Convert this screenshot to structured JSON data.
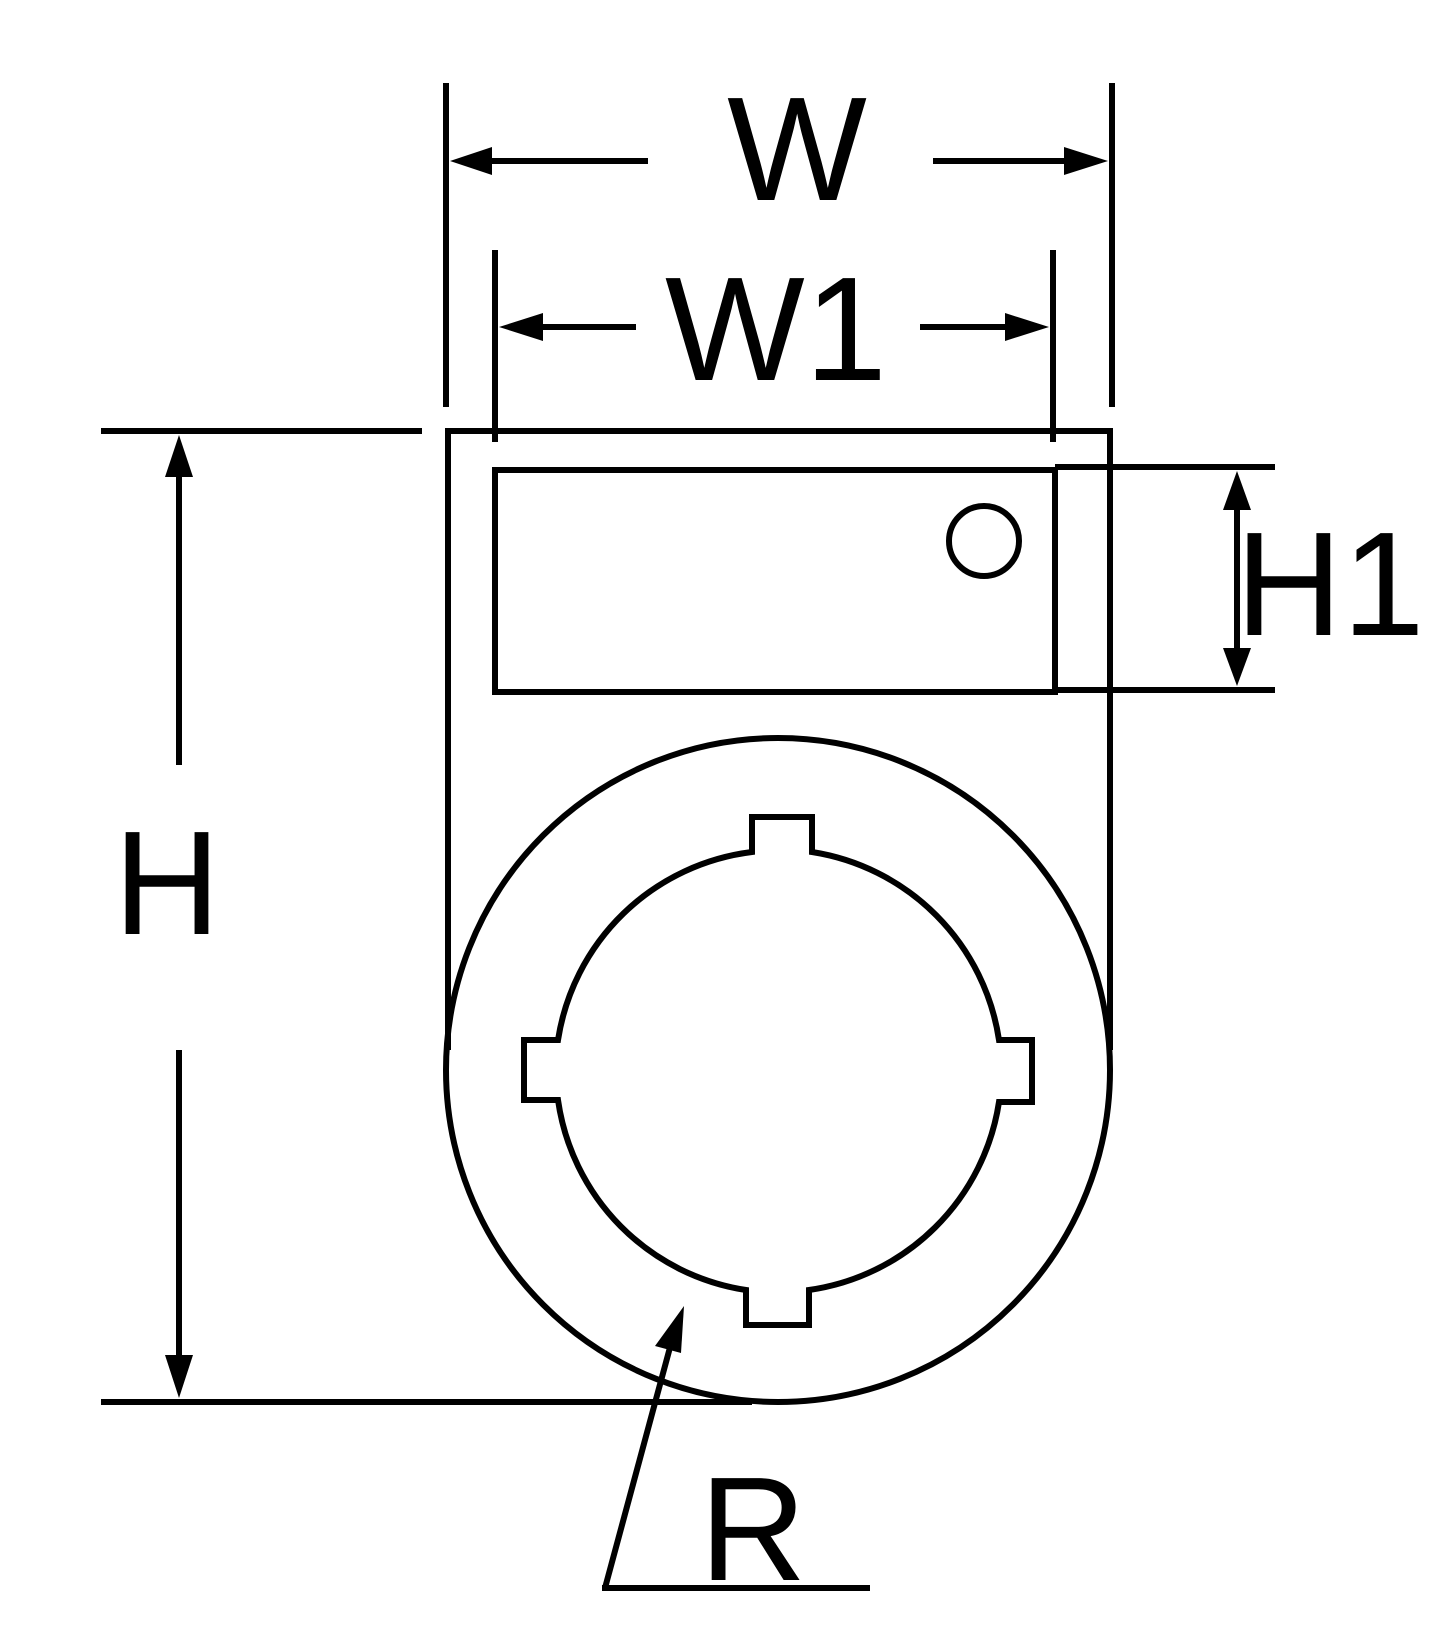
{
  "labels": {
    "width": "W",
    "inner_width": "W1",
    "height": "H",
    "inner_height": "H1",
    "radius": "R"
  },
  "colors": {
    "stroke": "#000000",
    "background": "#ffffff"
  }
}
